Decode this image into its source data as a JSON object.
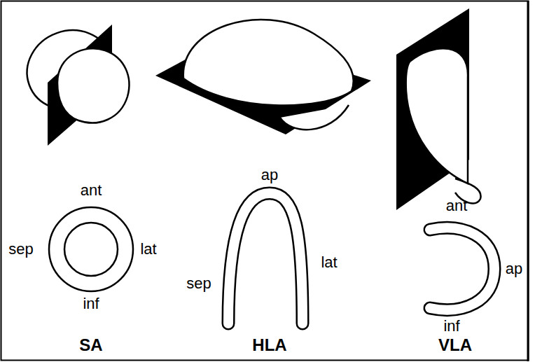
{
  "diagram": {
    "labels": [
      "ant",
      "sep",
      "lat",
      "inf",
      "SA",
      "ap",
      "lat",
      "sep",
      "HLA",
      "ant",
      "ap",
      "inf",
      "VLA"
    ]
  }
}
